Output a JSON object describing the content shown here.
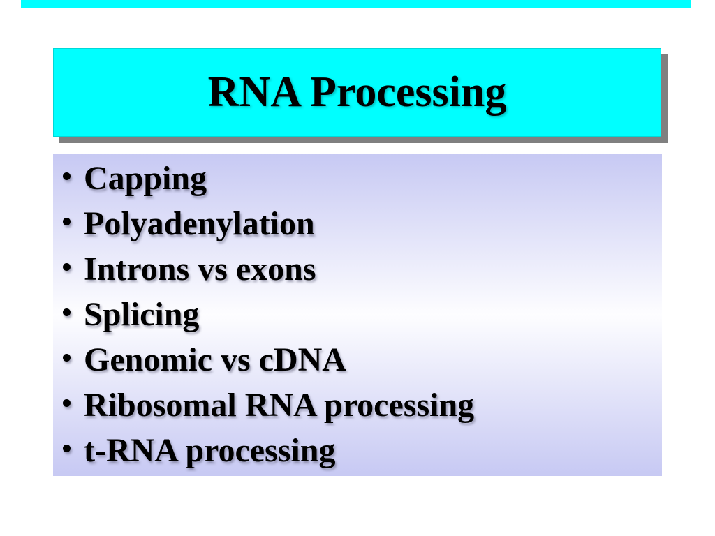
{
  "slide": {
    "title": "RNA Processing",
    "bullets": {
      "items": [
        "Capping",
        "Polyadenylation",
        "Introns vs exons",
        "Splicing",
        "Genomic vs cDNA",
        "Ribosomal RNA processing",
        "t-RNA processing"
      ]
    }
  },
  "colors": {
    "title_bg": "#00ffff",
    "shadow": "#808080",
    "content_edge": "#c7c9f3",
    "content_mid": "#fdfdff",
    "text": "#000000"
  }
}
